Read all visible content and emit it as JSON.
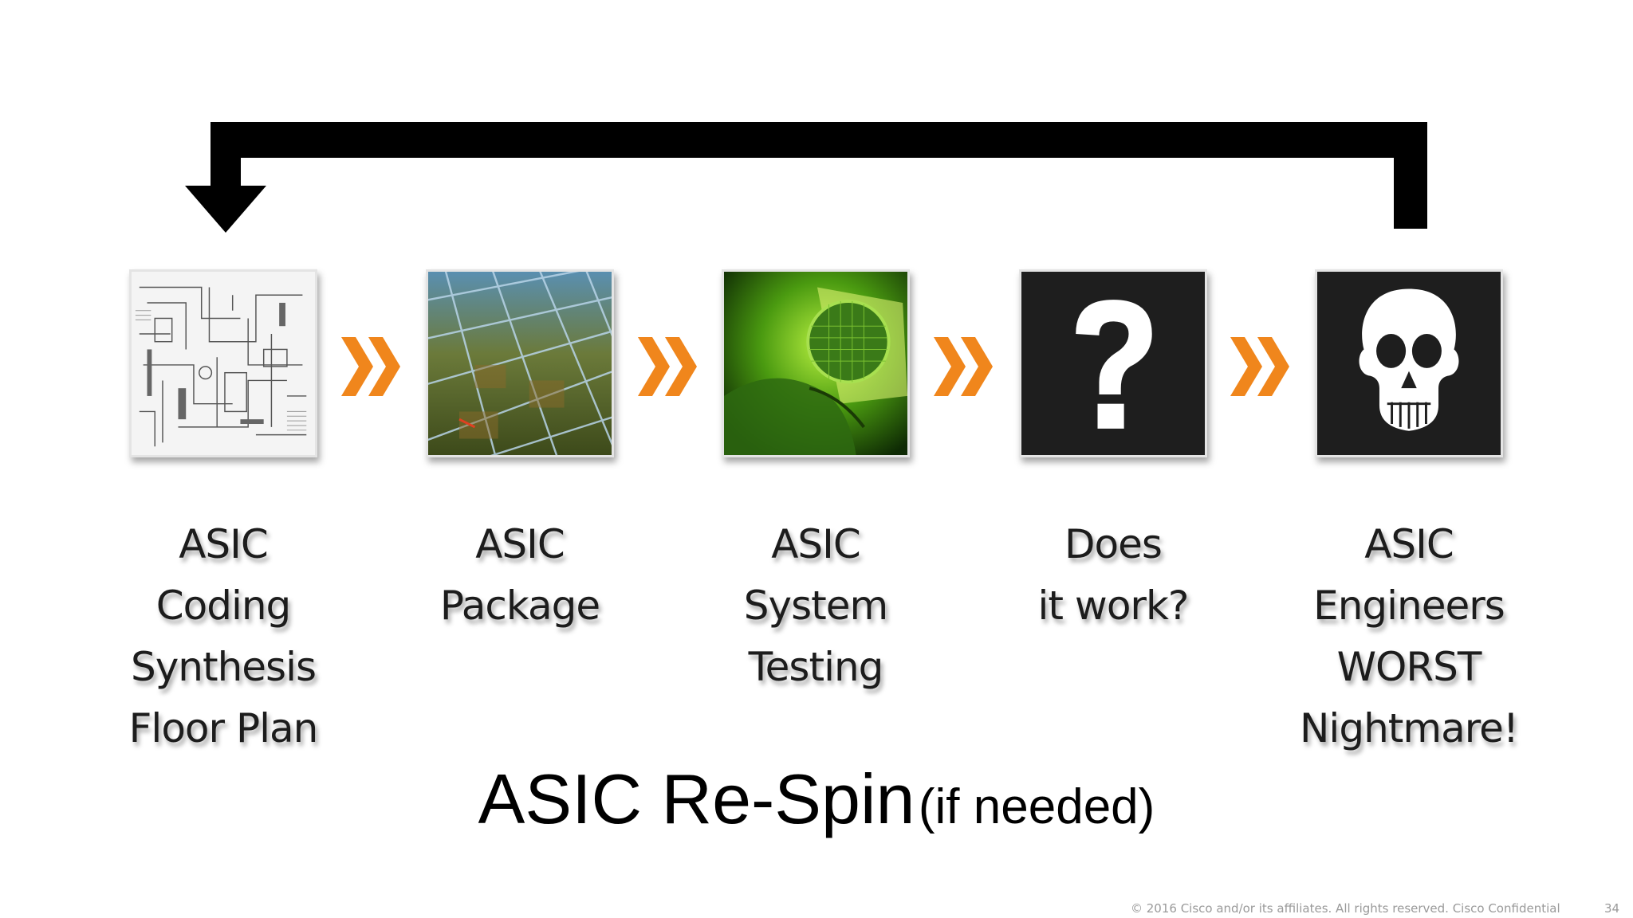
{
  "flow": {
    "steps": [
      {
        "lines": [
          "ASIC",
          "Coding",
          "Synthesis",
          "Floor Plan"
        ],
        "image": "circuit-schematic-icon"
      },
      {
        "lines": [
          "ASIC",
          "Package"
        ],
        "image": "wafer-package-icon"
      },
      {
        "lines": [
          "ASIC",
          "System",
          "Testing"
        ],
        "image": "wafer-testing-icon"
      },
      {
        "lines": [
          "Does",
          "it work?"
        ],
        "image": "question-mark-icon"
      },
      {
        "lines": [
          "ASIC",
          "Engineers",
          "WORST",
          "Nightmare!"
        ],
        "image": "skull-icon"
      }
    ],
    "connector_icon": "double-chevron-right-icon",
    "loop_icon": "feedback-arrow-icon",
    "colors": {
      "chevron": "#f0861c",
      "arrow": "#000000",
      "dark_tile": "#1e1e1e"
    }
  },
  "respin": {
    "main": "ASIC Re-Spin",
    "sub": "(if needed)"
  },
  "footer": {
    "copyright": "© 2016  Cisco and/or its affiliates. All rights reserved.   Cisco Confidential",
    "page_number": "34"
  }
}
